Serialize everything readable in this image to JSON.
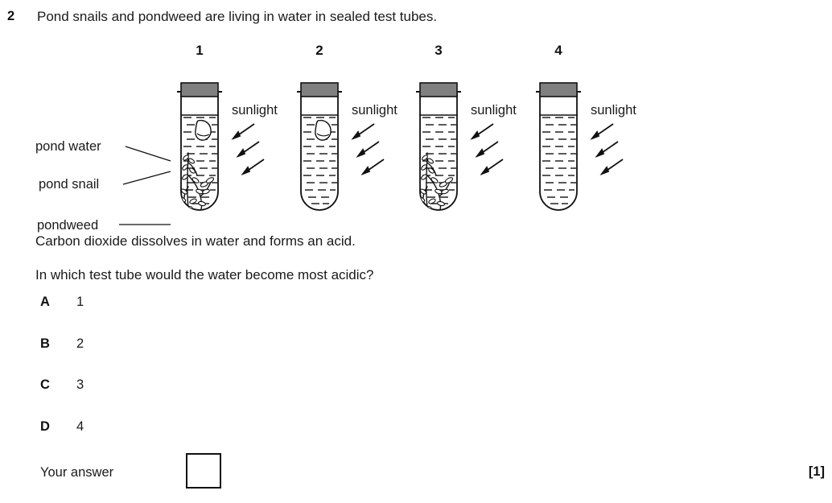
{
  "question": {
    "number": "2",
    "stem": "Pond snails and pondweed are living in water in sealed test tubes.",
    "statement": "Carbon dioxide dissolves in water and forms an acid.",
    "prompt": "In which test tube would the water become most acidic?",
    "marks": "[1]"
  },
  "diagram": {
    "side_labels": [
      {
        "id": "pond-water",
        "text": "pond water"
      },
      {
        "id": "pond-snail",
        "text": "pond snail"
      },
      {
        "id": "pondweed",
        "text": "pondweed"
      }
    ],
    "sunlight_label": "sunlight",
    "colors": {
      "stopper": "#808080",
      "outline": "#111111",
      "water_dash": "#222222",
      "paper": "#ffffff"
    },
    "tubes": [
      {
        "number": "1",
        "has_snail": true,
        "has_pondweed": true,
        "sunlight": "sunlight"
      },
      {
        "number": "2",
        "has_snail": true,
        "has_pondweed": false,
        "sunlight": "sunlight"
      },
      {
        "number": "3",
        "has_snail": false,
        "has_pondweed": true,
        "sunlight": "sunlight"
      },
      {
        "number": "4",
        "has_snail": false,
        "has_pondweed": false,
        "sunlight": "sunlight"
      }
    ]
  },
  "options": [
    {
      "letter": "A",
      "text": "1"
    },
    {
      "letter": "B",
      "text": "2"
    },
    {
      "letter": "C",
      "text": "3"
    },
    {
      "letter": "D",
      "text": "4"
    }
  ],
  "answer": {
    "label": "Your answer",
    "value": ""
  }
}
